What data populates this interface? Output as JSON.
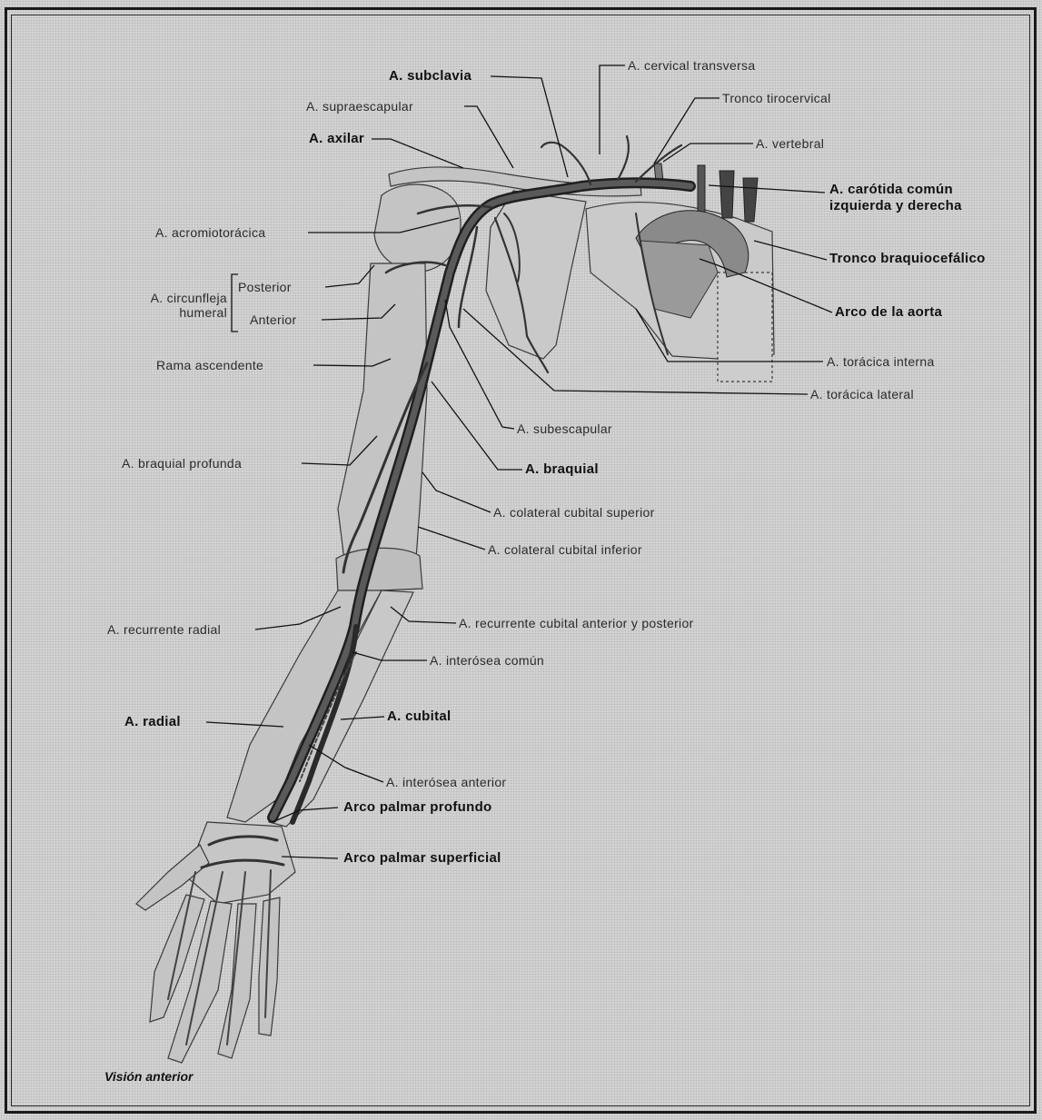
{
  "figure": {
    "caption": "Visión anterior"
  },
  "labels": {
    "subclavia": "A. subclavia",
    "cervical_transversa": "A. cervical transversa",
    "supraescapular": "A. supraescapular",
    "tronco_tirocervical": "Tronco tirocervical",
    "axilar": "A. axilar",
    "vertebral": "A. vertebral",
    "carotida_1": "A. carótida común",
    "carotida_2": "izquierda y derecha",
    "acromiotoracica": "A. acromiotorácica",
    "tronco_braquiocefalico": "Tronco braquiocefálico",
    "circunfleja_1": "A. circunfleja",
    "circunfleja_2": "humeral",
    "posterior": "Posterior",
    "anterior": "Anterior",
    "arco_aorta": "Arco de la aorta",
    "rama_ascendente": "Rama ascendente",
    "toracica_interna": "A. torácica interna",
    "toracica_lateral": "A. torácica lateral",
    "subescapular": "A. subescapular",
    "braquial_profunda": "A. braquial profunda",
    "braquial": "A. braquial",
    "colateral_superior": "A. colateral cubital superior",
    "colateral_inferior": "A. colateral cubital inferior",
    "recurrente_radial": "A. recurrente radial",
    "recurrente_cubital": "A. recurrente cubital anterior y posterior",
    "interosea_comun": "A. interósea común",
    "radial": "A. radial",
    "cubital": "A. cubital",
    "interosea_anterior": "A. interósea anterior",
    "arco_profundo": "Arco palmar profundo",
    "arco_superficial": "Arco palmar superficial"
  }
}
